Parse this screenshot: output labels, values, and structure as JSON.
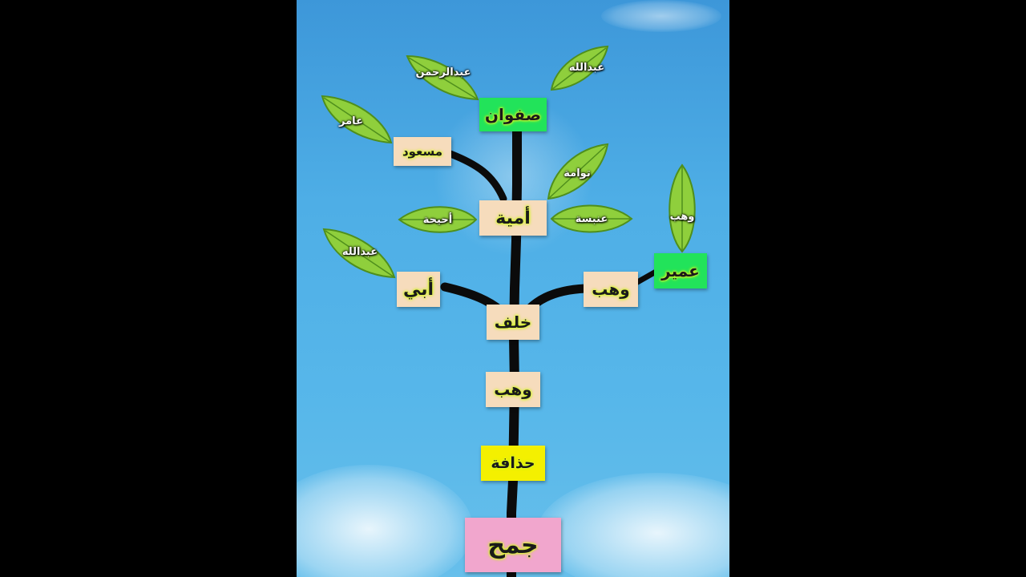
{
  "colors": {
    "trunk": "#0b0b0b",
    "box_default": "#f6dcbc",
    "box_highlight": "#22e35a",
    "box_yellow": "#f4f000",
    "box_root": "#f1a6cd",
    "leaf": "#8fcf3c"
  },
  "tree": {
    "root": "جمح",
    "hudhafa": "حذافة",
    "wahb": "وهب",
    "khalaf": "خلف",
    "ubayy": "أبي",
    "wahb_branch": "وهب",
    "umayr": "عمير",
    "umayya": "أمية",
    "masud": "مسعود",
    "safwan": "صفوان"
  },
  "leaves": {
    "abdullah_safwan": "عبدالله",
    "abdulrahman": "عبدالرحمن",
    "amir": "عامر",
    "tawama": "توامة",
    "uhayha": "أحيحة",
    "anbasa": "عنبسة",
    "abdullah_ubayy": "عبدالله",
    "wahb_leaf": "وهب"
  }
}
